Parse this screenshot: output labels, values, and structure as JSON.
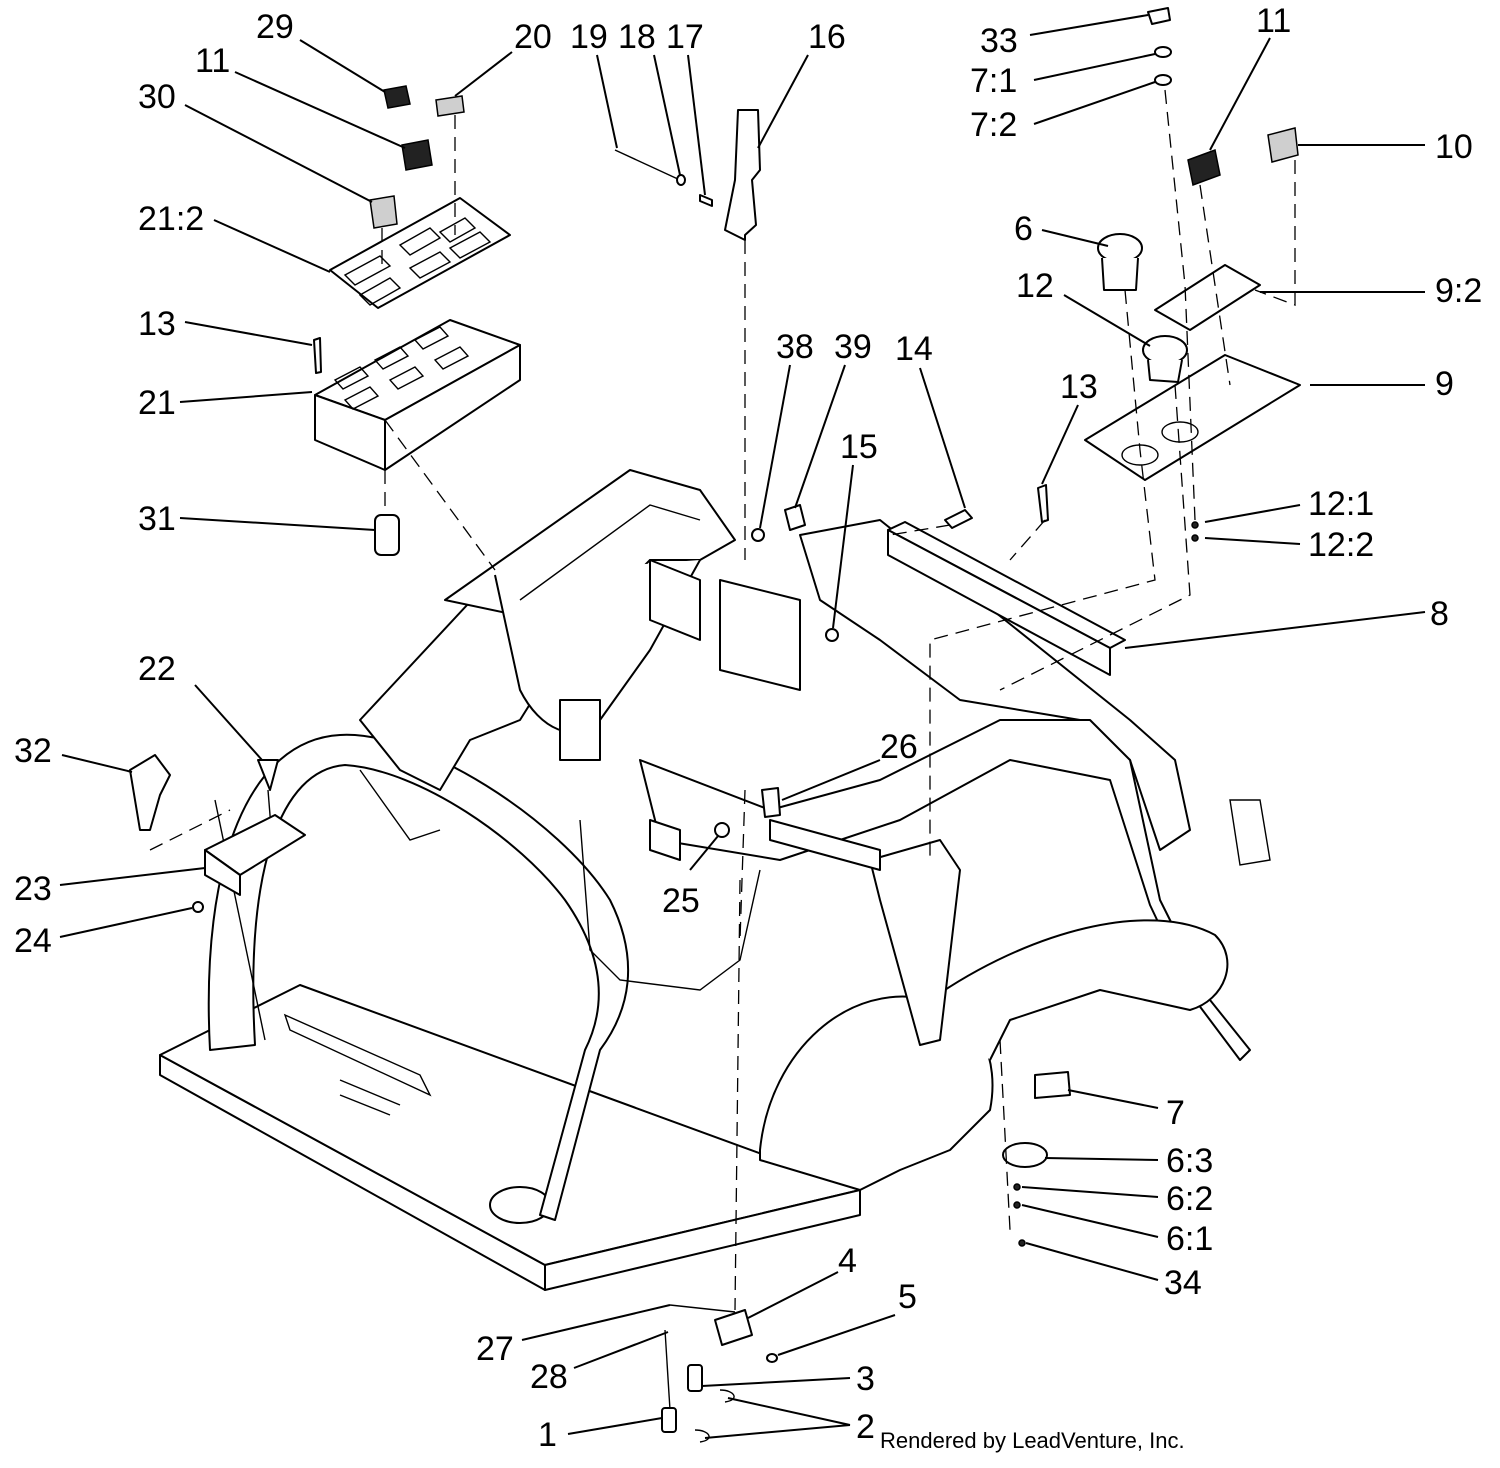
{
  "credit": "Rendered by LeadVenture, Inc.",
  "callouts": {
    "c29": "29",
    "c11a": "11",
    "c30": "30",
    "c20": "20",
    "c21_2": "21:2",
    "c13a": "13",
    "c21": "21",
    "c31": "31",
    "c19": "19",
    "c18": "18",
    "c17": "17",
    "c16": "16",
    "c38": "38",
    "c39": "39",
    "c15": "15",
    "c14": "14",
    "c33": "33",
    "c7_1": "7:1",
    "c7_2": "7:2",
    "c11b": "11",
    "c10": "10",
    "c6": "6",
    "c12": "12",
    "c9_2": "9:2",
    "c13b": "13",
    "c9": "9",
    "c12_1": "12:1",
    "c12_2": "12:2",
    "c8": "8",
    "c22": "22",
    "c32": "32",
    "c23": "23",
    "c24": "24",
    "c26": "26",
    "c25": "25",
    "c7": "7",
    "c6_3": "6:3",
    "c6_2": "6:2",
    "c6_1": "6:1",
    "c34": "34",
    "c4": "4",
    "c5": "5",
    "c27": "27",
    "c28": "28",
    "c3": "3",
    "c1": "1",
    "c2": "2"
  }
}
